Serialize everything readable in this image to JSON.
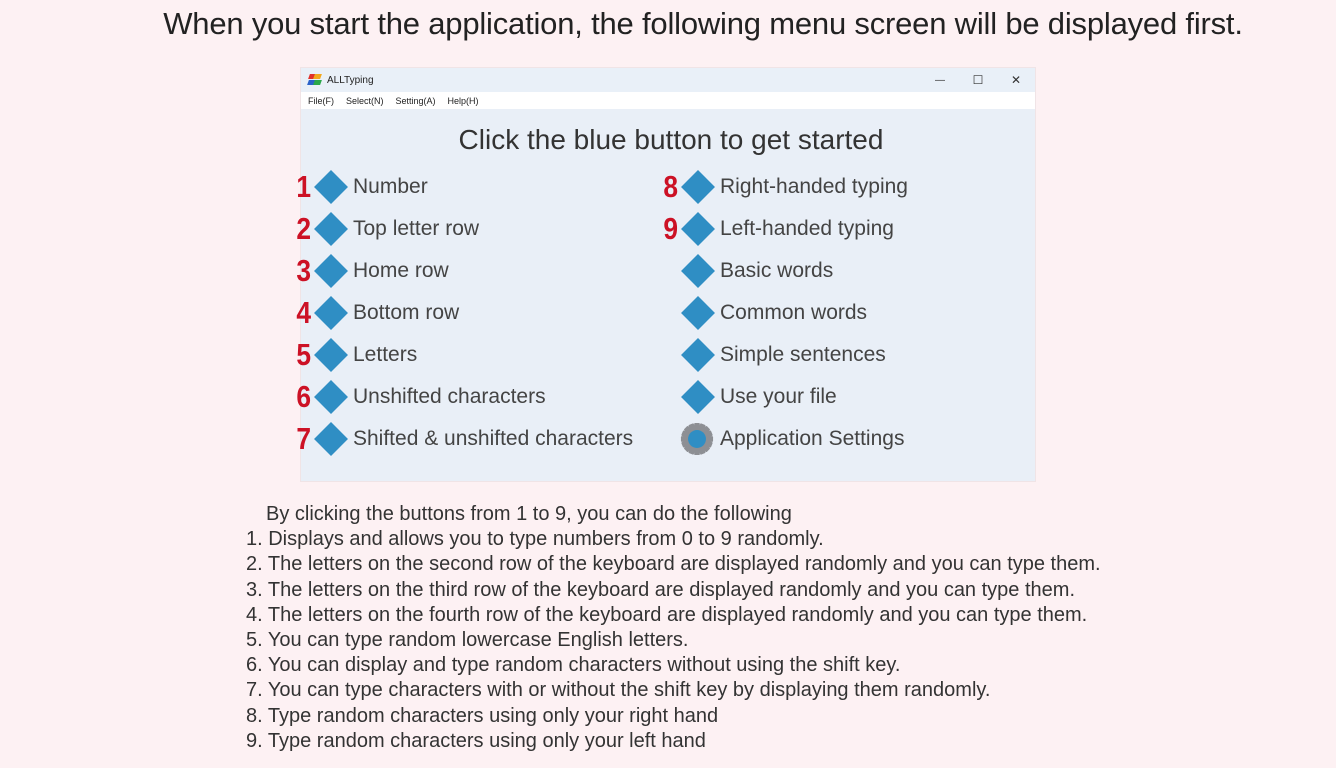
{
  "headline": "When you start the application, the following menu screen will be displayed first.",
  "window": {
    "title": "ALLTyping",
    "controls": {
      "minimize": "—",
      "maximize": "☐",
      "close": "✕"
    },
    "menu": [
      "File(F)",
      "Select(N)",
      "Setting(A)",
      "Help(H)"
    ],
    "heading": "Click the blue button to get started",
    "left_options": [
      {
        "num": "1",
        "label": "Number"
      },
      {
        "num": "2",
        "label": "Top letter row"
      },
      {
        "num": "3",
        "label": "Home row"
      },
      {
        "num": "4",
        "label": "Bottom row"
      },
      {
        "num": "5",
        "label": "Letters"
      },
      {
        "num": "6",
        "label": "Unshifted characters"
      },
      {
        "num": "7",
        "label": "Shifted & unshifted characters"
      }
    ],
    "right_options": [
      {
        "num": "8",
        "label": "Right-handed typing"
      },
      {
        "num": "9",
        "label": "Left-handed typing"
      },
      {
        "num": "",
        "label": "Basic words"
      },
      {
        "num": "",
        "label": "Common words"
      },
      {
        "num": "",
        "label": "Simple sentences"
      },
      {
        "num": "",
        "label": "Use your file"
      },
      {
        "num": "",
        "label": "Application Settings",
        "icon": "gear-icon"
      }
    ],
    "colors": {
      "button_blue": "#2f8ec4",
      "number_red": "#cc1125",
      "window_bg": "#e9eff7"
    }
  },
  "description": {
    "intro": "By clicking the buttons from 1 to 9, you can do the following",
    "items": [
      "1. Displays and allows you to type numbers from 0 to 9 randomly.",
      "2. The letters on the second row of the keyboard are displayed randomly and you can type them.",
      "3. The letters on the third row of the keyboard are displayed randomly and you can type them.",
      "4. The letters on the fourth row of the keyboard are displayed randomly and you can type them.",
      "5. You can type random lowercase English letters.",
      "6. You can display and type random characters without using the shift key.",
      "7. You can type characters with or without the shift key by displaying them randomly.",
      "8. Type random characters using only your right hand",
      "9. Type random characters using only your left hand"
    ]
  },
  "page_bg": "#fdf1f3"
}
